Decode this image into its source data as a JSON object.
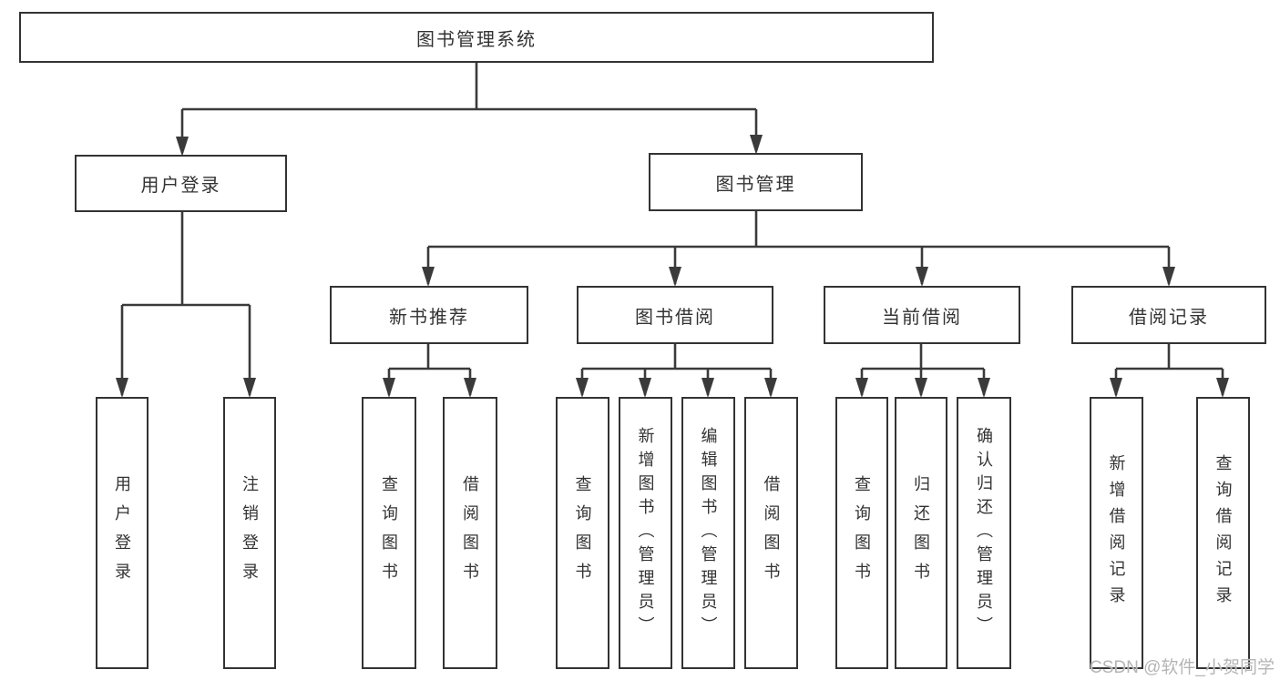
{
  "diagram": {
    "root": {
      "label": "图书管理系统"
    },
    "level2": [
      {
        "label": "用户登录"
      },
      {
        "label": "图书管理"
      }
    ],
    "level3": [
      {
        "label": "新书推荐"
      },
      {
        "label": "图书借阅"
      },
      {
        "label": "当前借阅"
      },
      {
        "label": "借阅记录"
      }
    ],
    "leaves": {
      "user_login": [
        {
          "label": "用户登录"
        },
        {
          "label": "注销登录"
        }
      ],
      "new_book": [
        {
          "label": "查询图书"
        },
        {
          "label": "借阅图书"
        }
      ],
      "book_borrow": [
        {
          "label": "查询图书"
        },
        {
          "label": "新增图书（管理员）"
        },
        {
          "label": "编辑图书（管理员）"
        },
        {
          "label": "借阅图书"
        }
      ],
      "current_borrow": [
        {
          "label": "查询图书"
        },
        {
          "label": "归还图书"
        },
        {
          "label": "确认归还（管理员）"
        }
      ],
      "borrow_record": [
        {
          "label": "新增借阅记录"
        },
        {
          "label": "查询借阅记录"
        }
      ]
    },
    "colors": {
      "line": "#3a3a3a",
      "border": "#333333",
      "fill": "#ffffff",
      "text": "#333333",
      "watermark": "#b5b5b5"
    },
    "watermark": "CSDN @软件_小贺同学"
  }
}
